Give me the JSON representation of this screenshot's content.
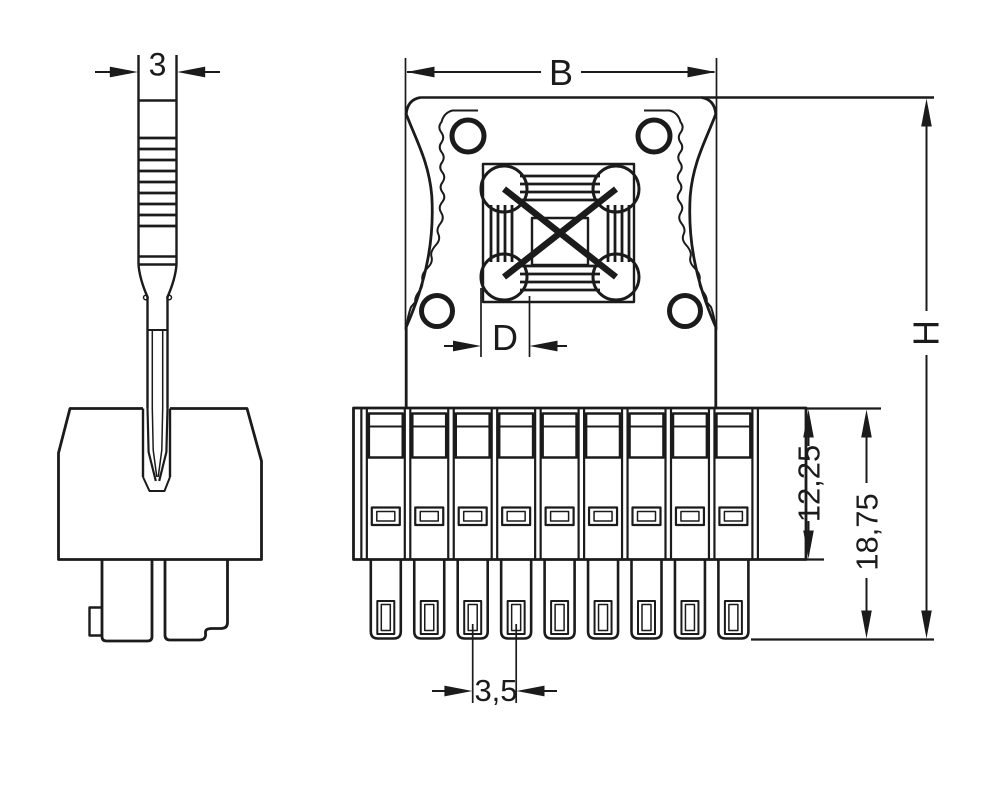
{
  "drawing": {
    "type": "technical-dimension-drawing",
    "dimensions": {
      "tool_width": "3",
      "width": "B",
      "bushing_diameter": "D",
      "total_height": "H",
      "housing_height": "12,25",
      "overall_height": "18,75",
      "pole_pitch": "3,5"
    },
    "modules": {
      "count": 9
    },
    "colors": {
      "line": "#1b1b1b",
      "background": "#ffffff"
    }
  }
}
